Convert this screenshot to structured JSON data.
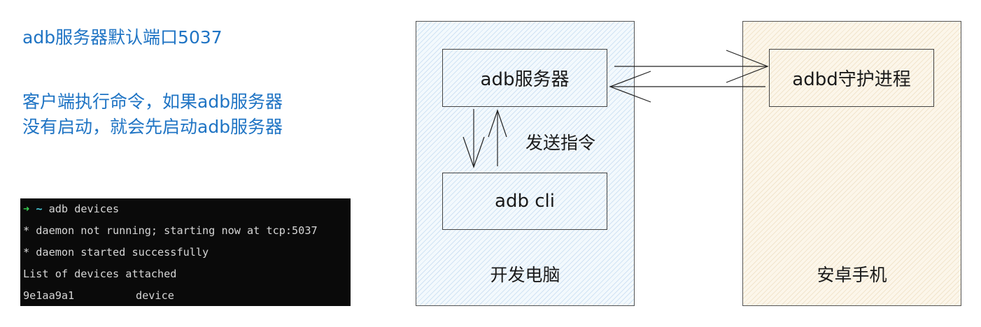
{
  "notes": {
    "port": "adb服务器默认端口5037",
    "start_line1": "客户端执行命令，如果adb服务器",
    "start_line2": "没有启动，就会先启动adb服务器"
  },
  "terminal": {
    "prompt_arrow": "➜",
    "prompt_dir": "~",
    "command": "adb devices",
    "lines": [
      "* daemon not running; starting now at tcp:5037",
      "* daemon started successfully",
      "List of devices attached"
    ],
    "device_id": "9e1aa9a1",
    "device_state": "device"
  },
  "diagram": {
    "pc_label": "开发电脑",
    "phone_label": "安卓手机",
    "server_box": "adb服务器",
    "cli_box": "adb cli",
    "adbd_box": "adbd守护进程",
    "send_label": "发送指令"
  },
  "colors": {
    "note_text": "#1f74c4",
    "pc_panel_fill": "#f3f9fd",
    "phone_panel_fill": "#fcf6ea",
    "terminal_bg": "#0a0a0a",
    "prompt_arrow": "#39d353",
    "prompt_tilde": "#48c9d8"
  }
}
